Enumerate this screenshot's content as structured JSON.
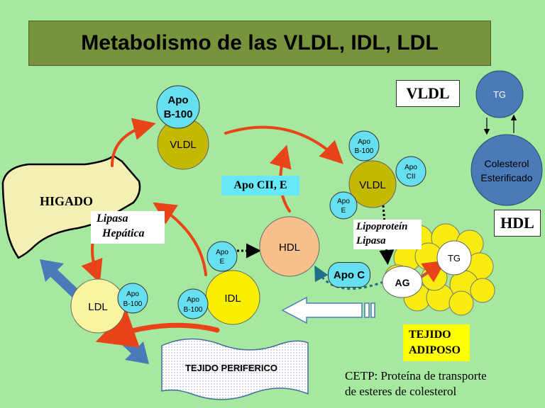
{
  "title": "Metabolismo de las VLDL, IDL, LDL",
  "labels": {
    "higado": "HIGADO",
    "lipasa_hep_1": "Lipasa",
    "lipasa_hep_2": "Hepática",
    "apo_cii_e": "Apo CII, E",
    "lipoprotein_1": "Lipoproteín",
    "lipoprotein_2": "Lipasa",
    "apo_c": "Apo C",
    "vldl_box": "VLDL",
    "hdl_box": "HDL",
    "tejido_adiposo_1": "TEJIDO",
    "tejido_adiposo_2": "ADIPOSO",
    "tejido_periferico": "TEJIDO PERIFERICO",
    "cetp_1": "CETP: Proteína de transporte",
    "cetp_2": "de esteres de colesterol"
  },
  "nodes": {
    "vldl_top": "VLDL",
    "apo_b100_top_1": "Apo",
    "apo_b100_top_2": "B-100",
    "vldl_right": "VLDL",
    "apo_b100_right_1": "Apo",
    "apo_b100_right_2": "B-100",
    "apo_cii_right_1": "Apo",
    "apo_cii_right_2": "CII",
    "apo_e_right_1": "Apo",
    "apo_e_right_2": "E",
    "hdl": "HDL",
    "apo_e_mid_1": "Apo",
    "apo_e_mid_2": "E",
    "idl": "IDL",
    "apo_b100_idl_1": "Apo",
    "apo_b100_idl_2": "B-100",
    "ldl": "LDL",
    "apo_b100_ldl_1": "Apo",
    "apo_b100_ldl_2": "B-100",
    "tg_adipose": "TG",
    "ag_adipose": "AG",
    "tg_hdl": "TG",
    "colesterol_1": "Colesterol",
    "colesterol_2": "Esterificado"
  },
  "colors": {
    "background": "#a6e8a0",
    "title_bg": "#77933c",
    "vldl": "#c4b800",
    "apo": "#66e0f0",
    "hdl": "#f8c08c",
    "idl": "#f8f000",
    "ldl": "#f8f4a0",
    "adipose": "#f8ec10",
    "hdl_blue": "#4a7ab8",
    "red_arrow": "#e84418",
    "blue_arrow": "#4a7ab8"
  }
}
